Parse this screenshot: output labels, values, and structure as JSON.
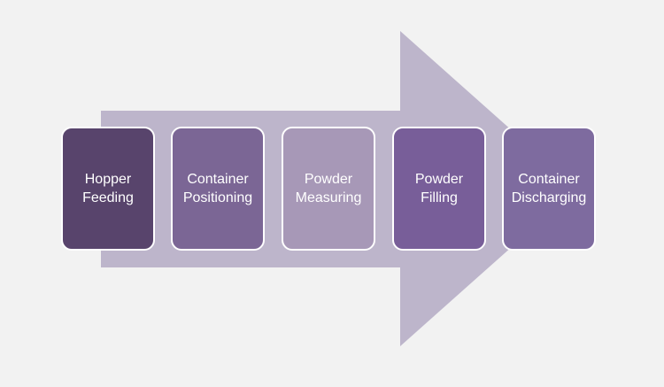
{
  "diagram": {
    "background": "#f2f2f2",
    "arrow_color": "#bdb5cb",
    "steps": [
      {
        "line1": "Hopper",
        "line2": "Feeding",
        "color": "#58446c"
      },
      {
        "line1": "Container",
        "line2": "Positioning",
        "color": "#7b6695"
      },
      {
        "line1": "Powder",
        "line2": "Measuring",
        "color": "#a798b7"
      },
      {
        "line1": "Powder",
        "line2": "Filling",
        "color": "#785e99"
      },
      {
        "line1": "Container",
        "line2": "Discharging",
        "color": "#7e6b9f"
      }
    ]
  }
}
